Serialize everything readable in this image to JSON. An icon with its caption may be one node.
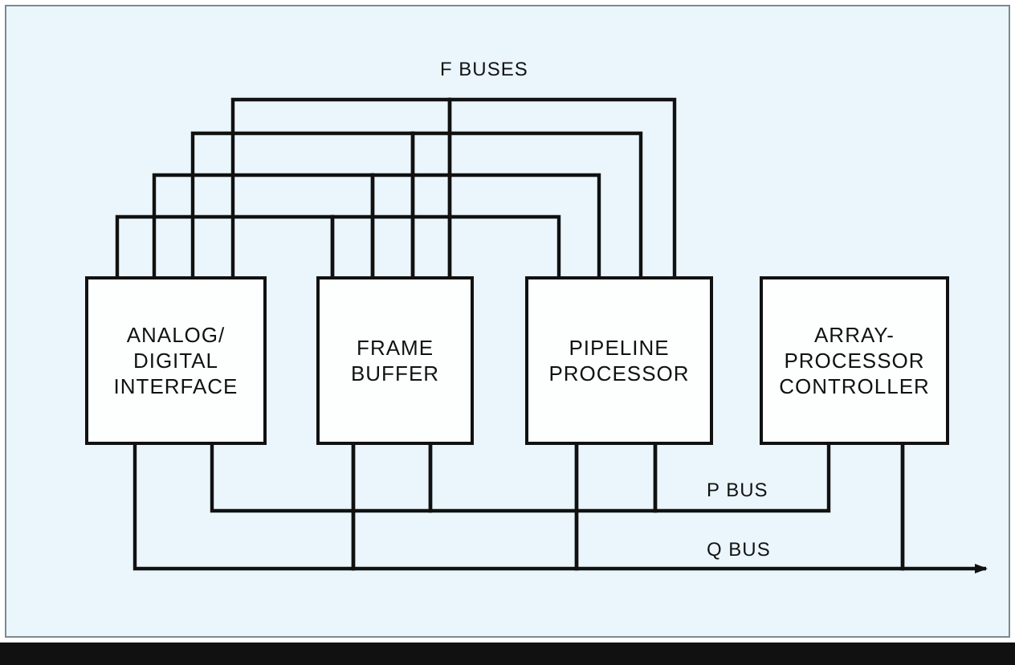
{
  "diagram": {
    "nodes": [
      {
        "text": [
          "ANALOG/ DIGITAL INTERFACE"
        ]
      },
      {
        "text": [
          "FRAME BUFFER"
        ]
      },
      {
        "text": [
          "PIPELINE PROCESSOR"
        ]
      },
      {
        "text": [
          "ARRAY- PROCESSOR CONTROLLER"
        ]
      }
    ],
    "edges": [
      {
        "from": 0,
        "to": 1,
        "arrow": "none"
      },
      {
        "from": 1,
        "to": 2,
        "arrow": "none"
      },
      {
        "from": 0,
        "to": 1,
        "arrow": "none"
      },
      {
        "from": 1,
        "to": 2,
        "arrow": "none"
      },
      {
        "from": 0,
        "to": 1,
        "arrow": "none"
      },
      {
        "from": 1,
        "to": 2,
        "arrow": "none"
      },
      {
        "from": 0,
        "to": 1,
        "arrow": "none"
      },
      {
        "from": 1,
        "to": 2,
        "arrow": "none"
      },
      {
        "from": 0,
        "to": 1,
        "arrow": "none"
      },
      {
        "from": 1,
        "to": 2,
        "arrow": "none"
      },
      {
        "from": 2,
        "to": 3,
        "arrow": "none"
      },
      {
        "from": 0,
        "to": 1,
        "arrow": "none"
      },
      {
        "from": 1,
        "to": 2,
        "arrow": "none"
      },
      {
        "from": 2,
        "to": 3,
        "arrow": "none"
      },
      {
        "from": 3,
        "to": null,
        "arrow": "to"
      }
    ],
    "labels": [
      "F BUSES",
      "P BUS",
      "Q BUS"
    ]
  }
}
